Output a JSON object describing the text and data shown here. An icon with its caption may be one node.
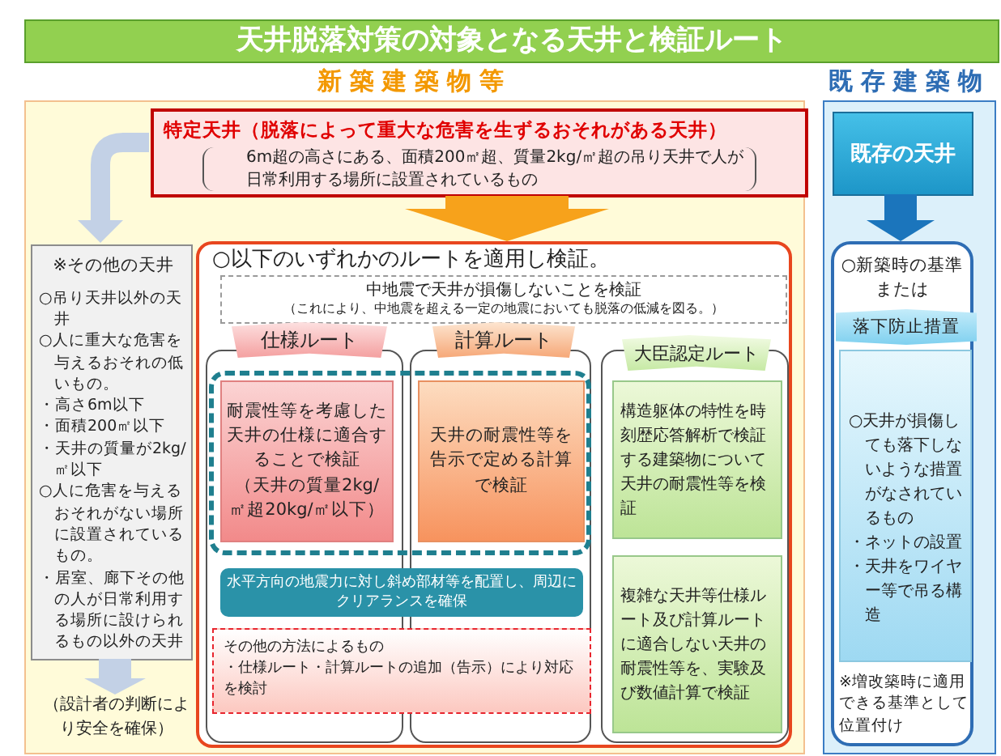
{
  "diagram": {
    "title": "天井脱落対策の対象となる天井と検証ルート",
    "nodes": [
      {
        "text": [
          "新築建築物等"
        ]
      },
      {
        "text": [
          "特定天井（脱落によって重大な危害を生ずるおそれがある天井）",
          "6m超の高さにある、面積200㎡超、質量2kg/㎡超の吊り天井で人が日常利用する場所に設置されているもの"
        ],
        "in": 0
      },
      {
        "text": [
          "※その他の天井",
          "○吊り天井以外の天井",
          "○人に重大な危害を与えるおそれの低いもの。",
          "・高さ6m以下",
          "・面積200㎡以下",
          "・天井の質量が2kg/㎡以下",
          "○人に危害を与えるおそれがない場所に設置されているもの。",
          "・居室、廊下その他の人が日常利用する場所に設けられるもの以外の天井"
        ],
        "in": 0
      },
      {
        "text": [
          "（設計者の判断により安全を確保）"
        ],
        "in": 0
      },
      {
        "text": [
          "○以下のいずれかのルートを適用し検証。"
        ],
        "in": 0
      },
      {
        "text": [
          "中地震で天井が損傷しないことを検証",
          "（これにより、中地震を超える一定の地震においても脱落の低減を図る。）"
        ],
        "in": 4
      },
      {
        "text": [
          "仕様ルート"
        ],
        "in": 4
      },
      {
        "text": [
          "計算ルート"
        ],
        "in": 4
      },
      {
        "text": [
          "大臣認定ルート"
        ],
        "in": 4
      },
      {
        "text": [
          "耐震性等を考慮した天井の仕様に適合することで検証",
          "（天井の質量2kg/㎡超20kg/㎡以下）"
        ],
        "in": 4
      },
      {
        "text": [
          "天井の耐震性等を告示で定める計算で検証"
        ],
        "in": 4
      },
      {
        "text": [
          "水平方向の地震力に対し斜め部材等を配置し、周辺にクリアランスを確保"
        ],
        "in": 4
      },
      {
        "text": [
          "その他の方法によるもの",
          "・仕様ルート・計算ルートの追加（告示）により対応を検討"
        ],
        "in": 4
      },
      {
        "text": [
          "構造躯体の特性を時刻歴応答解析で検証する建築物について天井の耐震性等を検証"
        ],
        "in": 4
      },
      {
        "text": [
          "複雑な天井等仕様ルート及び計算ルートに適合しない天井の耐震性等を、実験及び数値計算で検証"
        ],
        "in": 4
      },
      {
        "text": [
          "既存建築物"
        ]
      },
      {
        "text": [
          "既存の天井"
        ],
        "in": 15
      },
      {
        "text": [
          "○新築時の基準または",
          "※増改築時に適用できる基準として位置付け"
        ],
        "in": 15
      },
      {
        "text": [
          "落下防止措置"
        ],
        "in": 17
      },
      {
        "text": [
          "○天井が損傷しても落下しないような措置がなされているもの",
          "・ネットの設置",
          "・天井をワイヤー等で吊る構造"
        ],
        "in": 17
      }
    ],
    "edges": [
      {
        "from": 1,
        "to": 2,
        "arrow": "to"
      },
      {
        "from": 1,
        "to": 4,
        "arrow": "to",
        "color": "#f7a21b"
      },
      {
        "from": 2,
        "to": 3,
        "arrow": "to"
      },
      {
        "from": 16,
        "to": 17,
        "arrow": "to",
        "color": "#1b75bc"
      }
    ]
  }
}
